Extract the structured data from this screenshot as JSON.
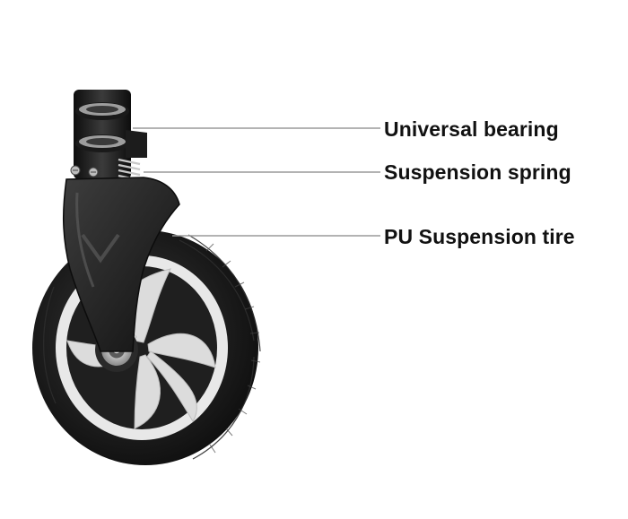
{
  "callouts": [
    {
      "label": "Universal bearing",
      "target": "bearing"
    },
    {
      "label": "Suspension spring",
      "target": "spring"
    },
    {
      "label": "PU Suspension tire",
      "target": "tire"
    }
  ],
  "colors": {
    "tire": "#1b1b1b",
    "rim": "#e6e6e6",
    "fork": "#262626",
    "leader_line": "#9a9a9a",
    "label_text": "#111111"
  }
}
